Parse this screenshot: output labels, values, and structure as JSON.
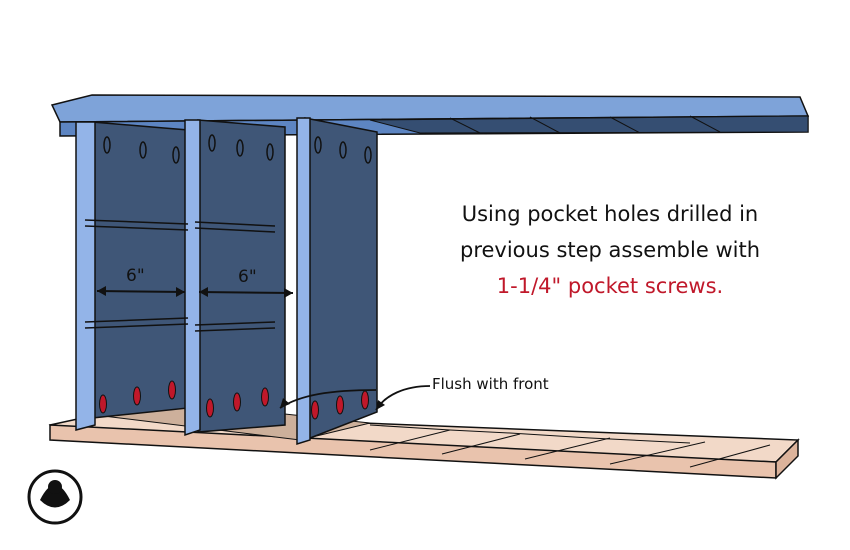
{
  "caption": {
    "line1": "Using pocket holes drilled in",
    "line2": "previous step assemble with",
    "line3": "1-1/4\" pocket screws."
  },
  "callout": {
    "label": "Flush with front"
  },
  "dimensions": {
    "left_spacing": "6\"",
    "right_spacing": "6\""
  },
  "colors": {
    "top_board": "#7ea3d9",
    "bottom_board": "#f2d9c8",
    "panel": "#3f5677",
    "upright": "#93b4e8",
    "screw_accent": "#c0182a"
  },
  "icons": {
    "logo": "woodworker-logo-icon"
  }
}
